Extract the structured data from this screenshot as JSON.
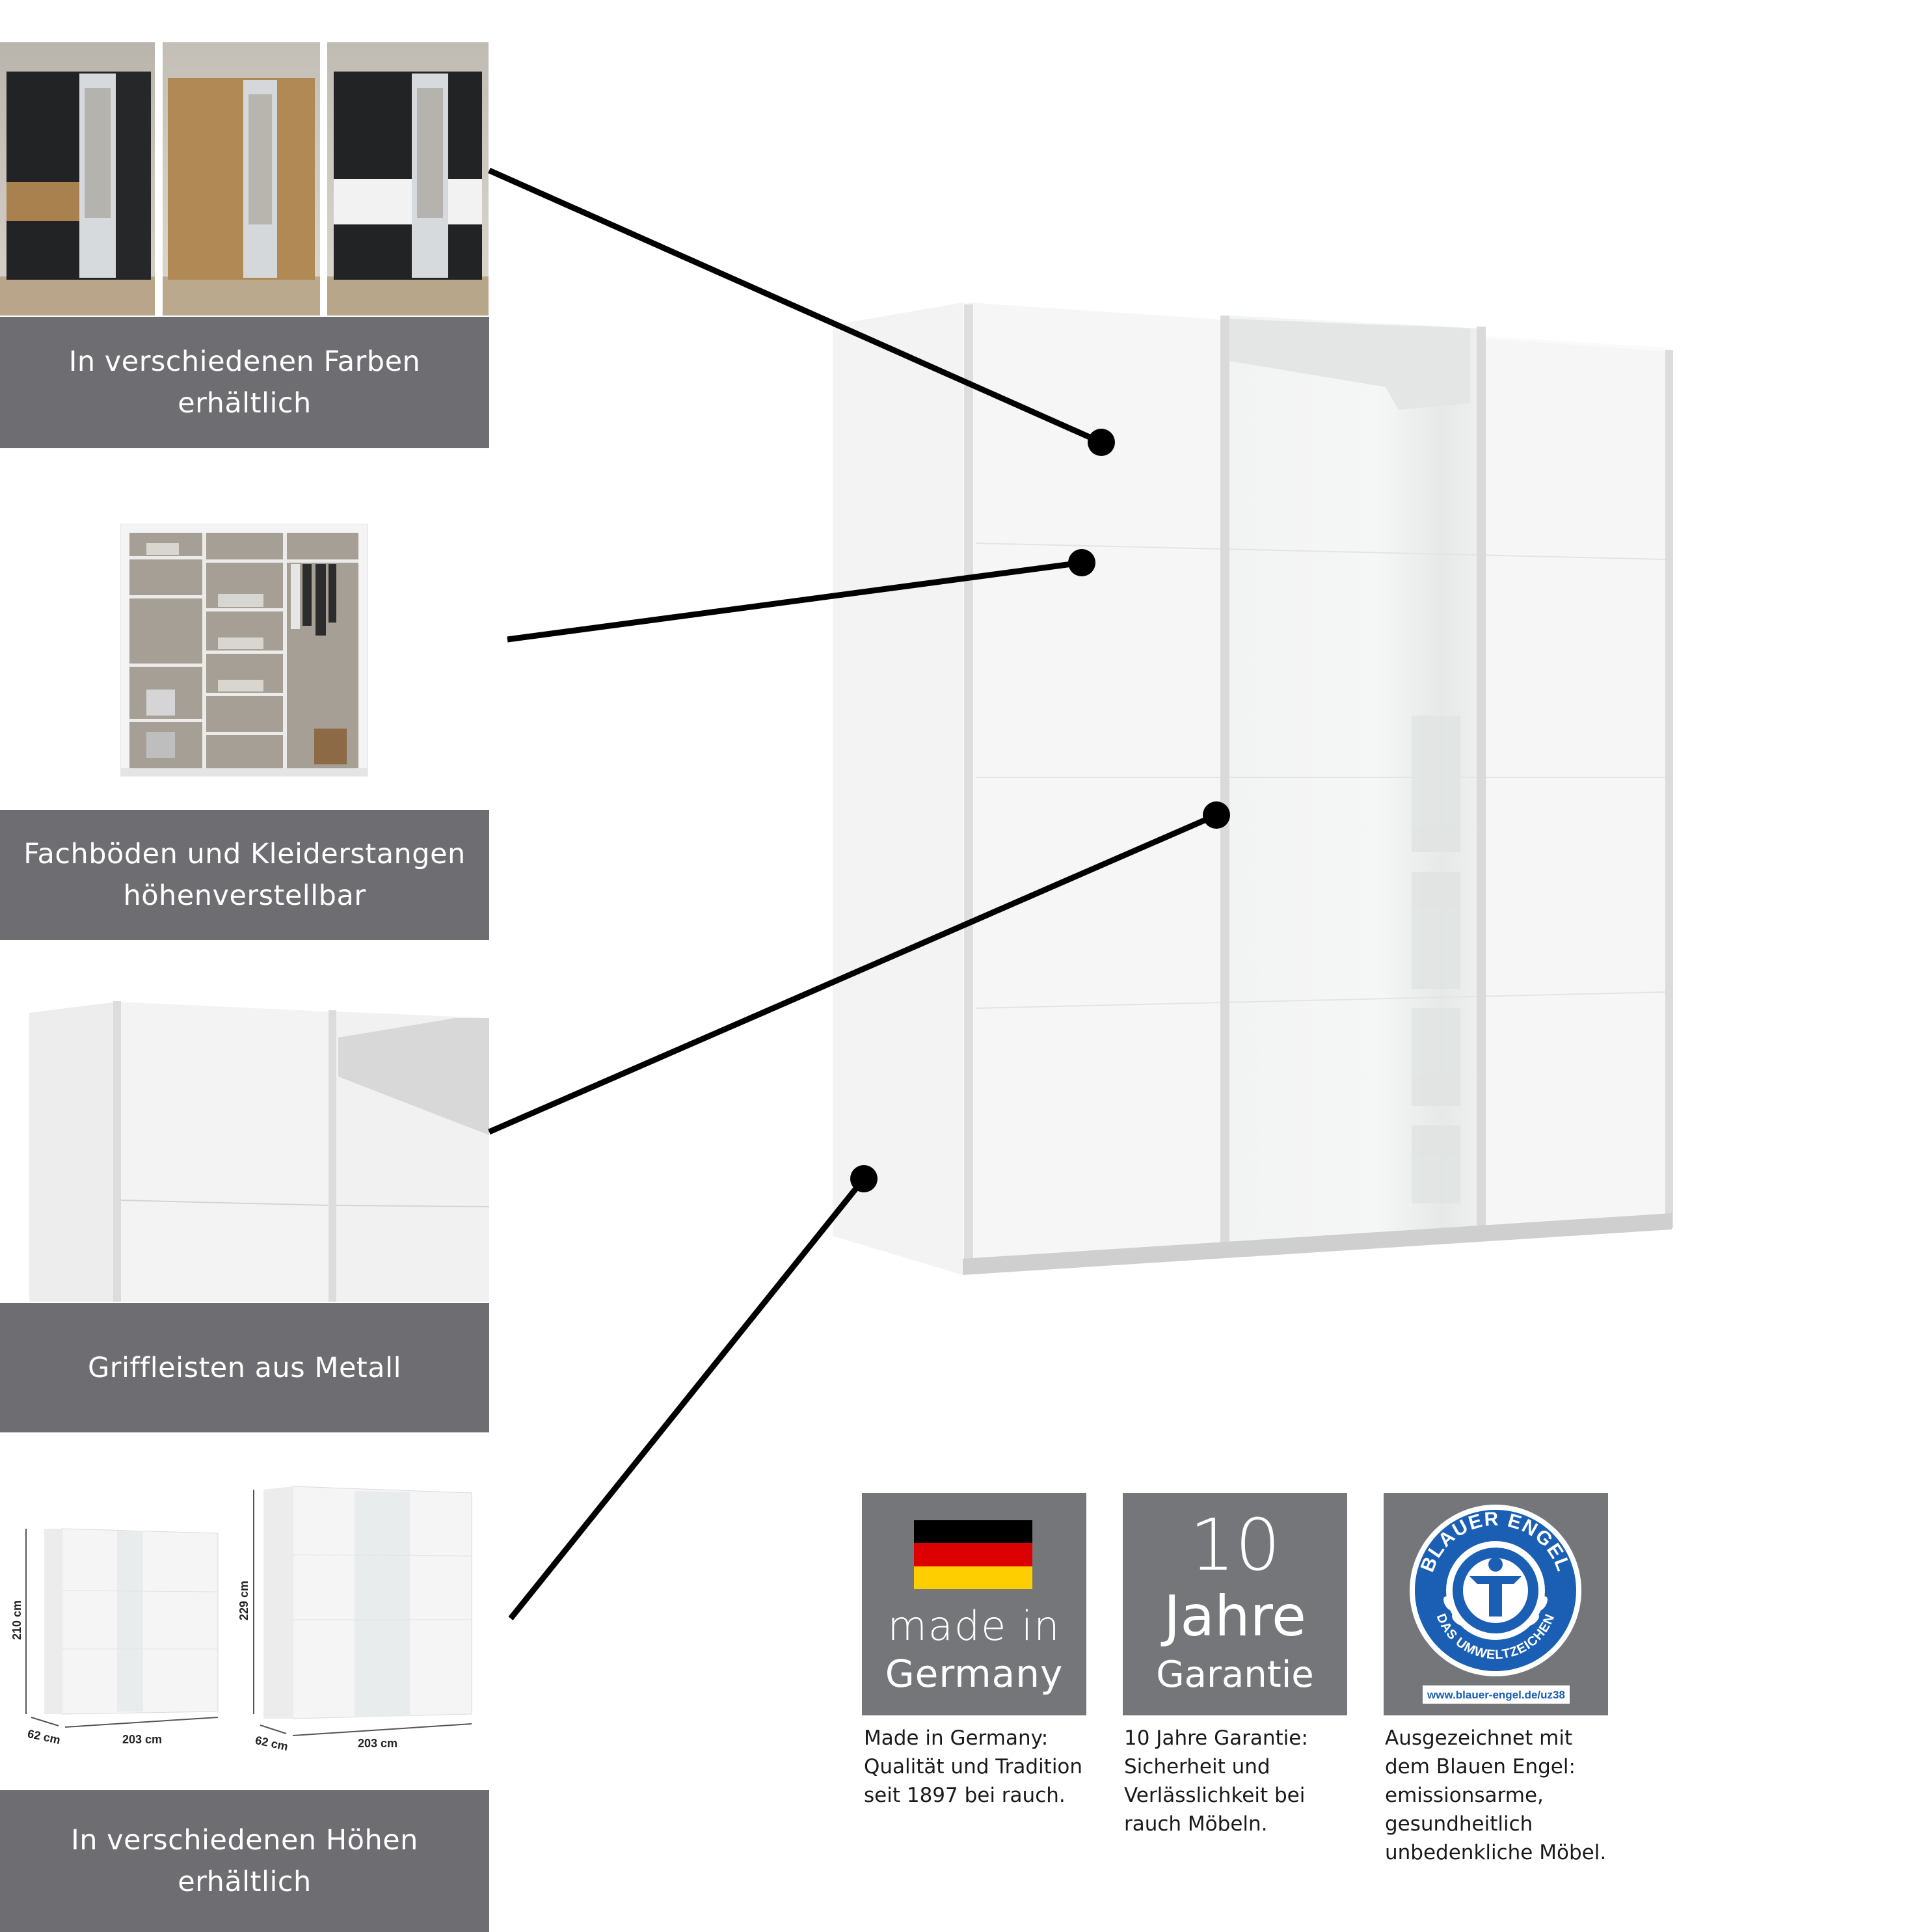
{
  "features": {
    "colors": {
      "title_line1": "In verschiedenen Farben",
      "title_line2": "erhältlich"
    },
    "interior": {
      "title_line1": "Fachböden und Kleiderstangen",
      "title_line2": "höhenverstellbar"
    },
    "handles": {
      "title": "Griffleisten aus Metall"
    },
    "heights": {
      "title_line1": "In verschiedenen Höhen",
      "title_line2": "erhältlich"
    }
  },
  "dimensions": {
    "small": {
      "height": "210 cm",
      "depth": "62 cm",
      "width": "203 cm"
    },
    "large": {
      "height": "229 cm",
      "depth": "62 cm",
      "width": "203 cm"
    }
  },
  "badges": {
    "germany": {
      "line1": "made in",
      "line2": "Germany",
      "caption_line1": "Made in Germany:",
      "caption_line2": "Qualität und Tradition",
      "caption_line3": "seit 1897 bei rauch."
    },
    "warranty": {
      "number": "10",
      "line1": "Jahre",
      "line2": "Garantie",
      "caption_line1": "10 Jahre Garantie:",
      "caption_line2": "Sicherheit und",
      "caption_line3": "Verlässlichkeit bei",
      "caption_line4": "rauch Möbeln."
    },
    "blauer_engel": {
      "ring_top": "BLAUER ENGEL",
      "ring_bottom": "DAS UMWELTZEICHEN",
      "url": "www.blauer-engel.de/uz38",
      "caption_line1": "Ausgezeichnet mit",
      "caption_line2": "dem Blauen Engel:",
      "caption_line3": "emissionsarme,",
      "caption_line4": "gesundheitlich",
      "caption_line5": "unbedenkliche Möbel."
    }
  },
  "colors": {
    "label_bg": "#6d6d72",
    "badge_bg": "#75767a",
    "flag_black": "#000000",
    "flag_red": "#dd0000",
    "flag_gold": "#ffce00",
    "engel_blue": "#1a5fb4"
  }
}
